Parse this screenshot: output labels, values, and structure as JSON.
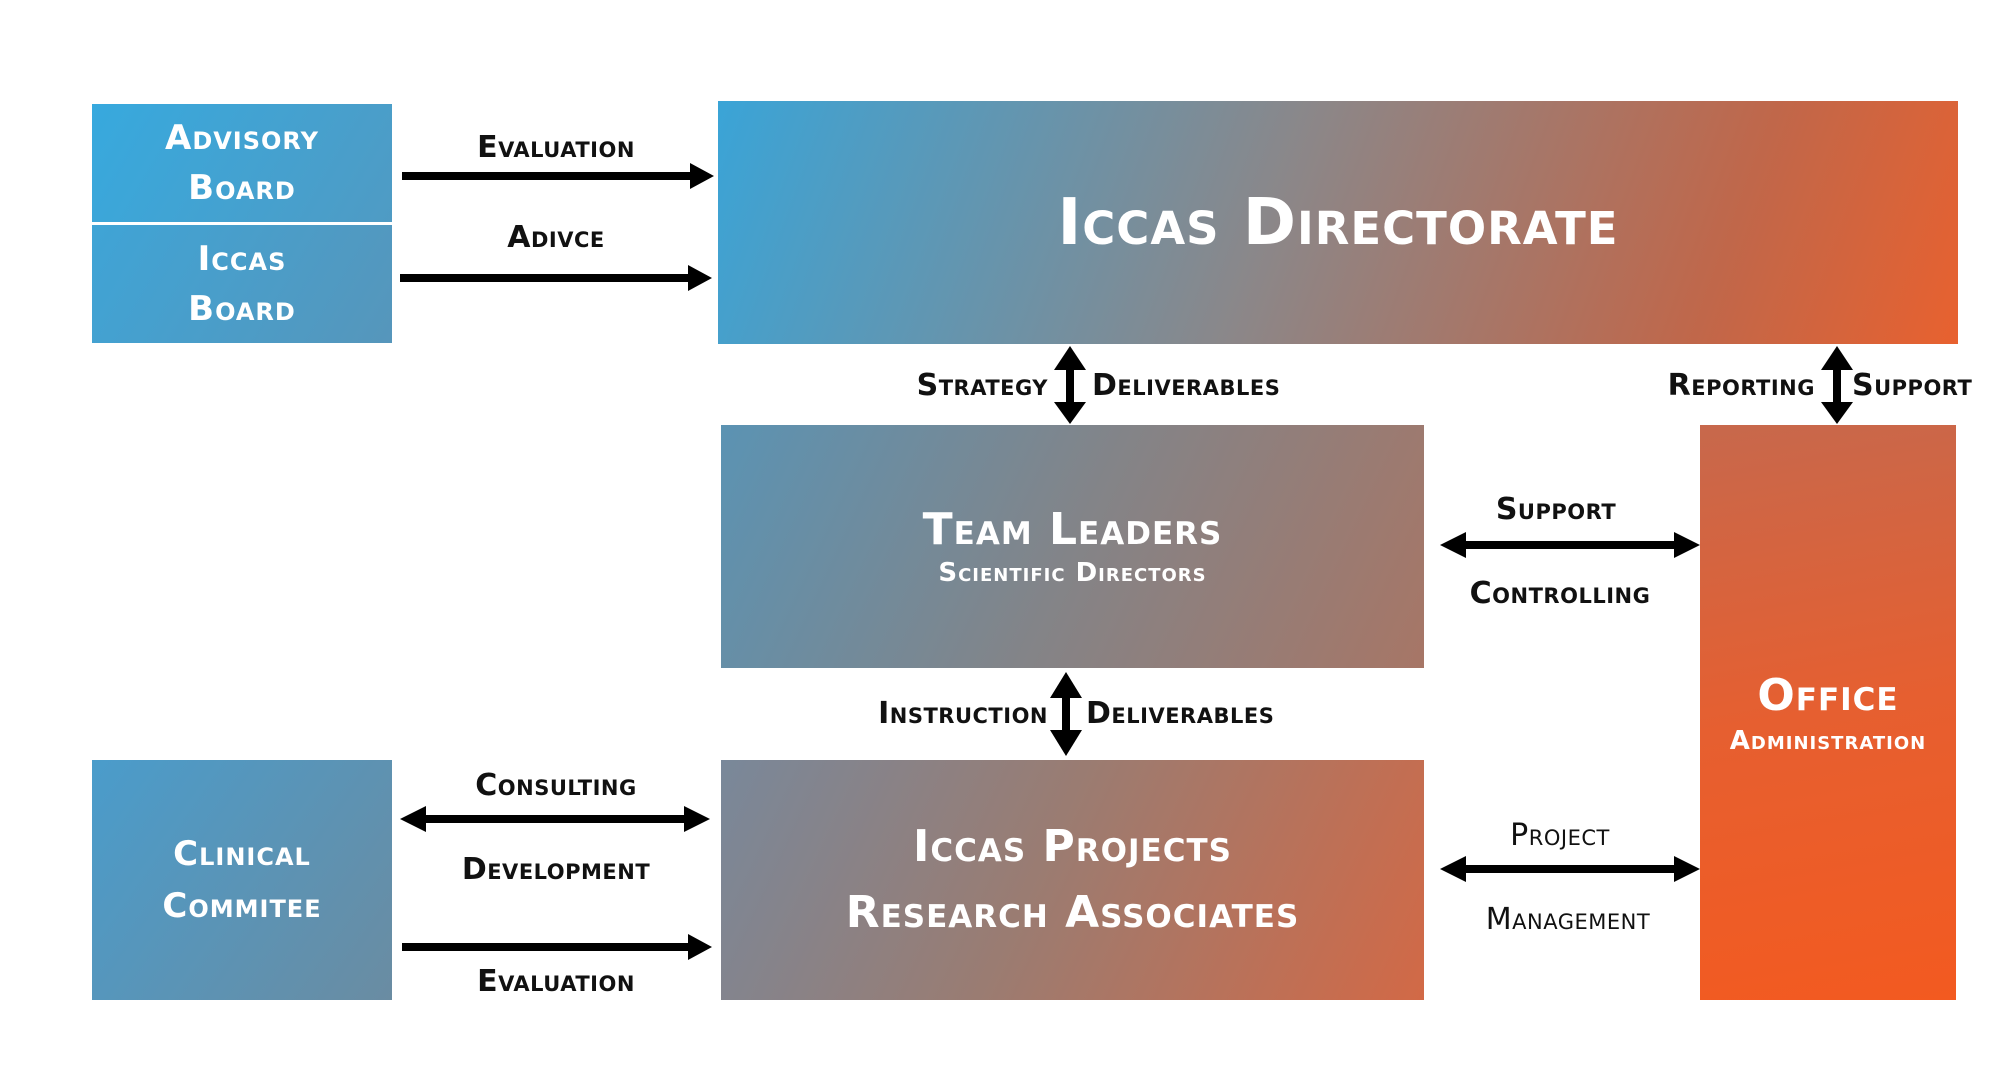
{
  "colors": {
    "blue": "#36a8dd",
    "mid_gray": "#8f8585",
    "orange": "#f25a22"
  },
  "boxes": {
    "advisory_board": {
      "line1": "Advisory",
      "line2": "Board"
    },
    "iccas_board": {
      "line1": "Iccas",
      "line2": "Board"
    },
    "directorate": {
      "title": "Iccas Directorate"
    },
    "team_leaders": {
      "title": "Team Leaders",
      "subtitle": "Scientific Directors"
    },
    "office": {
      "title": "Office",
      "subtitle": "Administration"
    },
    "clinical": {
      "line1": "Clinical",
      "line2": "Commitee"
    },
    "projects": {
      "line1": "Iccas Projects",
      "line2": "Research Associates"
    }
  },
  "labels": {
    "evaluation_top": "Evaluation",
    "advice": "Adivce",
    "strategy": "Strategy",
    "deliverables_1": "Deliverables",
    "reporting": "Reporting",
    "support_1": "Support",
    "support_2": "Support",
    "controlling": "Controlling",
    "instruction": "Instruction",
    "deliverables_2": "Deliverables",
    "consulting": "Consulting",
    "development": "Development",
    "evaluation_bottom": "Evaluation",
    "project": "Project",
    "management": "Management"
  }
}
